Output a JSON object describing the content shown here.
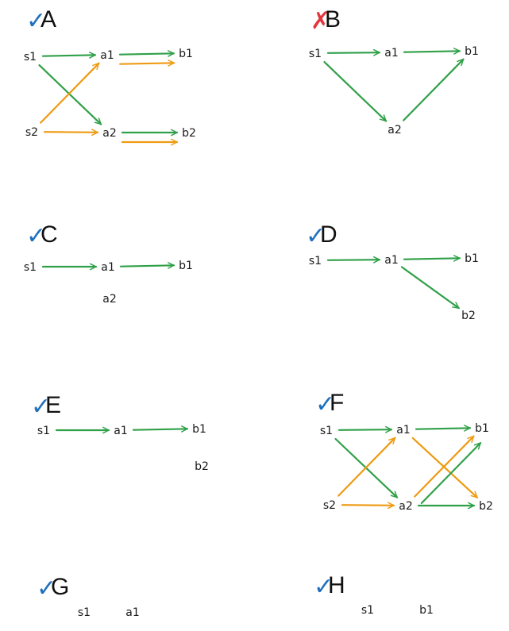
{
  "colors": {
    "green": "#2fa048",
    "orange": "#ef9a12",
    "check": "#1f6fc0",
    "cross": "#e2373b"
  },
  "panels": [
    {
      "letter": "A",
      "mark": "✓",
      "mark_type": "check",
      "nodes": [
        {
          "id": "s1",
          "label": "s1"
        },
        {
          "id": "a1",
          "label": "a1"
        },
        {
          "id": "b1",
          "label": "b1"
        },
        {
          "id": "s2",
          "label": "s2"
        },
        {
          "id": "a2",
          "label": "a2"
        },
        {
          "id": "b2",
          "label": "b2"
        }
      ],
      "edges": [
        {
          "from": "s1",
          "to": "a1",
          "color": "green"
        },
        {
          "from": "a1",
          "to": "b1",
          "color": "green"
        },
        {
          "from": "a1",
          "to": "b1",
          "color": "orange"
        },
        {
          "from": "s1",
          "to": "a2",
          "color": "green"
        },
        {
          "from": "s2",
          "to": "a1",
          "color": "orange"
        },
        {
          "from": "s2",
          "to": "a2",
          "color": "orange"
        },
        {
          "from": "a2",
          "to": "b2",
          "color": "green"
        },
        {
          "from": "a2",
          "to": "b2",
          "color": "orange"
        }
      ]
    },
    {
      "letter": "B",
      "mark": "✗",
      "mark_type": "cross",
      "nodes": [
        {
          "id": "s1",
          "label": "s1"
        },
        {
          "id": "a1",
          "label": "a1"
        },
        {
          "id": "b1",
          "label": "b1"
        },
        {
          "id": "a2",
          "label": "a2"
        }
      ],
      "edges": [
        {
          "from": "s1",
          "to": "a1",
          "color": "green"
        },
        {
          "from": "a1",
          "to": "b1",
          "color": "green"
        },
        {
          "from": "s1",
          "to": "a2",
          "color": "green"
        },
        {
          "from": "a2",
          "to": "b1",
          "color": "green"
        }
      ]
    },
    {
      "letter": "C",
      "mark": "✓",
      "mark_type": "check",
      "nodes": [
        {
          "id": "s1",
          "label": "s1"
        },
        {
          "id": "a1",
          "label": "a1"
        },
        {
          "id": "b1",
          "label": "b1"
        },
        {
          "id": "a2",
          "label": "a2"
        }
      ],
      "edges": [
        {
          "from": "s1",
          "to": "a1",
          "color": "green"
        },
        {
          "from": "a1",
          "to": "b1",
          "color": "green"
        }
      ]
    },
    {
      "letter": "D",
      "mark": "✓",
      "mark_type": "check",
      "nodes": [
        {
          "id": "s1",
          "label": "s1"
        },
        {
          "id": "a1",
          "label": "a1"
        },
        {
          "id": "b1",
          "label": "b1"
        },
        {
          "id": "b2",
          "label": "b2"
        }
      ],
      "edges": [
        {
          "from": "s1",
          "to": "a1",
          "color": "green"
        },
        {
          "from": "a1",
          "to": "b1",
          "color": "green"
        },
        {
          "from": "a1",
          "to": "b2",
          "color": "green"
        }
      ]
    },
    {
      "letter": "E",
      "mark": "✓",
      "mark_type": "check",
      "nodes": [
        {
          "id": "s1",
          "label": "s1"
        },
        {
          "id": "a1",
          "label": "a1"
        },
        {
          "id": "b1",
          "label": "b1"
        },
        {
          "id": "b2",
          "label": "b2"
        }
      ],
      "edges": [
        {
          "from": "s1",
          "to": "a1",
          "color": "green"
        },
        {
          "from": "a1",
          "to": "b1",
          "color": "green"
        }
      ]
    },
    {
      "letter": "F",
      "mark": "✓",
      "mark_type": "check",
      "nodes": [
        {
          "id": "s1",
          "label": "s1"
        },
        {
          "id": "a1",
          "label": "a1"
        },
        {
          "id": "b1",
          "label": "b1"
        },
        {
          "id": "s2",
          "label": "s2"
        },
        {
          "id": "a2",
          "label": "a2"
        },
        {
          "id": "b2",
          "label": "b2"
        }
      ],
      "edges": [
        {
          "from": "s1",
          "to": "a1",
          "color": "green"
        },
        {
          "from": "a1",
          "to": "b1",
          "color": "green"
        },
        {
          "from": "s1",
          "to": "a2",
          "color": "green"
        },
        {
          "from": "s2",
          "to": "a1",
          "color": "orange"
        },
        {
          "from": "s2",
          "to": "a2",
          "color": "orange"
        },
        {
          "from": "a1",
          "to": "b2",
          "color": "orange"
        },
        {
          "from": "a2",
          "to": "b1",
          "color": "orange"
        },
        {
          "from": "a2",
          "to": "b1",
          "color": "green"
        },
        {
          "from": "a2",
          "to": "b2",
          "color": "green"
        }
      ]
    },
    {
      "letter": "G",
      "mark": "✓",
      "mark_type": "check",
      "nodes": [
        {
          "id": "s1",
          "label": "s1"
        },
        {
          "id": "a1",
          "label": "a1"
        }
      ],
      "edges": []
    },
    {
      "letter": "H",
      "mark": "✓",
      "mark_type": "check",
      "nodes": [
        {
          "id": "s1",
          "label": "s1"
        },
        {
          "id": "b1",
          "label": "b1"
        }
      ],
      "edges": []
    }
  ]
}
